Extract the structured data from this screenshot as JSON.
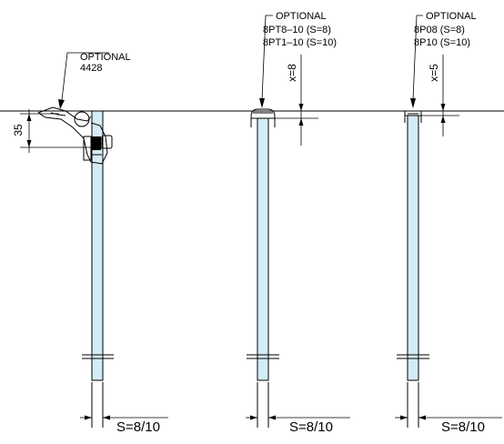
{
  "callouts": {
    "hinge": {
      "title": "OPTIONAL",
      "code": "4428"
    },
    "middle": {
      "title": "OPTIONAL",
      "line1": "8PT8–10 (S=8)",
      "line2": "8PT1–10 (S=10)"
    },
    "right": {
      "title": "OPTIONAL",
      "line1": "8P08 (S=8)",
      "line2": "8P10 (S=10)"
    }
  },
  "dimensions": {
    "hinge_offset": "35",
    "middle_gap": "x=8",
    "right_gap": "x=5",
    "thickness_left": "S=8/10",
    "thickness_middle": "S=8/10",
    "thickness_right": "S=8/10"
  },
  "colors": {
    "glass": "#d3ecf5",
    "line": "#000000"
  }
}
